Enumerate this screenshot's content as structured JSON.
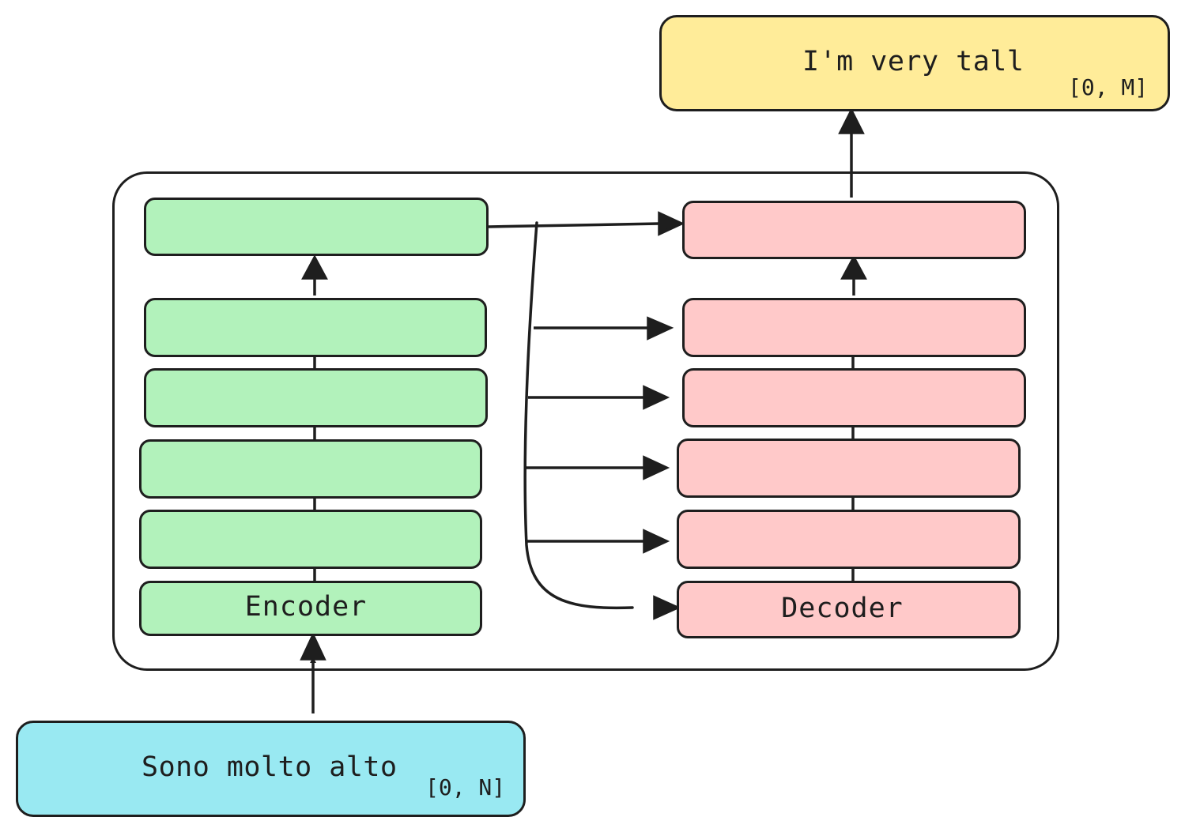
{
  "output": {
    "text": "I'm very tall",
    "range": "[0, M]"
  },
  "input": {
    "text": "Sono molto alto",
    "range": "[0, N]"
  },
  "encoder": {
    "label": "Encoder"
  },
  "decoder": {
    "label": "Decoder"
  },
  "colors": {
    "output_fill": "#ffec99",
    "input_fill": "#99e9f2",
    "encoder_fill": "#b2f2bb",
    "decoder_fill": "#ffc9c9",
    "stroke": "#1e1e1e"
  }
}
